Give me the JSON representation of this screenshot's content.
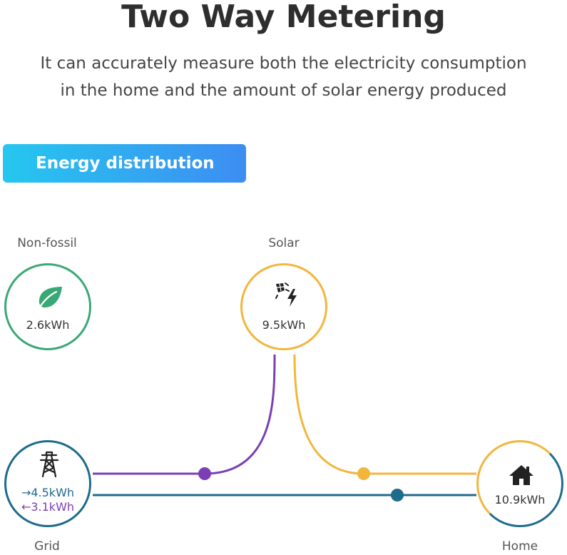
{
  "header": {
    "title": "Two Way Metering",
    "subtitle_line1": "It can accurately measure both the electricity consumption",
    "subtitle_line2": "in the home and the amount of solar energy produced"
  },
  "banner": {
    "label": "Energy distribution"
  },
  "nodes": {
    "non_fossil": {
      "label": "Non-fossil",
      "value": "2.6kWh",
      "icon": "leaf-icon",
      "color": "#3aa876"
    },
    "solar": {
      "label": "Solar",
      "value": "9.5kWh",
      "icon": "solar-panel-bolt-icon",
      "color": "#f2b63c"
    },
    "grid": {
      "label": "Grid",
      "import_value": "→4.5kWh",
      "export_value": "←3.1kWh",
      "icon": "transmission-tower-icon",
      "color": "#1f6b8c",
      "import_color": "#1f6b8c",
      "export_color": "#7b3fb5"
    },
    "home": {
      "label": "Home",
      "value": "10.9kWh",
      "icon": "home-icon",
      "color": "#1f6b8c"
    }
  },
  "flows": {
    "solar_to_grid_color": "#7b3fb5",
    "solar_to_home_color": "#f2b63c",
    "grid_to_home_color": "#1f6b8c"
  }
}
